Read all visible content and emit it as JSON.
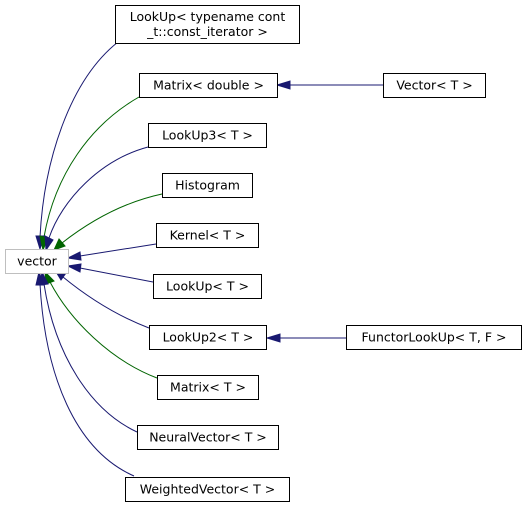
{
  "nodes": {
    "vector": "vector",
    "lookup_const": [
      "LookUp< typename cont",
      "_t::const_iterator >"
    ],
    "matrix_double": "Matrix< double >",
    "vector_t": "Vector< T >",
    "lookup3": "LookUp3< T >",
    "histogram": "Histogram",
    "kernel": "Kernel< T >",
    "lookup": "LookUp< T >",
    "lookup2": "LookUp2< T >",
    "functor_lookup": "FunctorLookUp< T, F >",
    "matrix_t": "Matrix< T >",
    "neural_vector": "NeuralVector< T >",
    "weighted_vector": "WeightedVector< T >"
  },
  "colors": {
    "public_inheritance": "#191970",
    "protected_inheritance": "#006400",
    "root_border": "#bfbfbf"
  }
}
